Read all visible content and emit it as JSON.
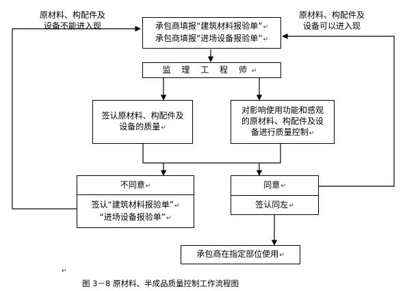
{
  "notes": {
    "left": [
      "原材料、构配件及",
      "设备不能进入现"
    ],
    "right": [
      "原材料、构配件及",
      "设备可以进入现"
    ]
  },
  "boxes": {
    "submit": [
      "承包商填报“建筑材料报验单”",
      "承包商填报“进场设备报验单”"
    ],
    "supervisor": "监 理 工 程 师",
    "sign_quality": [
      "签认原材料、构配件及",
      "设备的质量"
    ],
    "control": [
      "对影响使用功能和感观",
      "的原材料、构配件及设",
      "备进行质量控制"
    ],
    "disagree": {
      "title": "不同意",
      "body": [
        "签认“建筑材料报验单”",
        "“进场设备报验单”"
      ]
    },
    "agree": {
      "title": "同意",
      "body": "签认同左"
    },
    "use": "承包商在指定部位使用"
  },
  "return_mark": "↵",
  "caption": "图 3－8   原材料、半成品质量控制工作流程图"
}
